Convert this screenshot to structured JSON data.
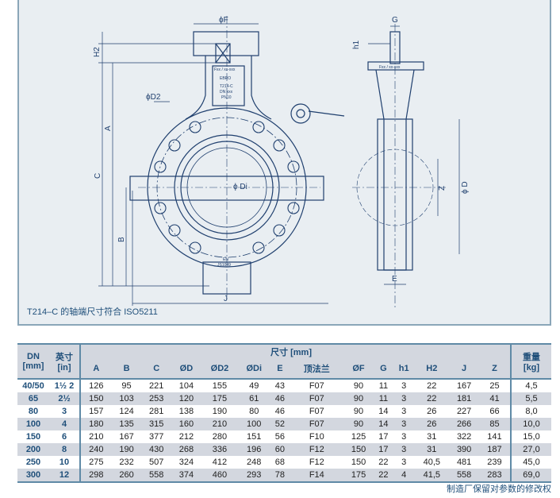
{
  "drawing": {
    "caption": "T214–C 的轴端尺寸符合 ISO5211",
    "labels": {
      "phiF": "ϕF",
      "H2": "H2",
      "A": "A",
      "C": "C",
      "B": "B",
      "phiD2": "ϕD2",
      "phiDi": "ϕ Di",
      "J": "J",
      "G": "G",
      "h1": "h1",
      "Z": "Z",
      "phiD": "ϕ D",
      "E": "E",
      "flange_plate": "Fxx / xx-xxx",
      "brand": "EBRO",
      "model": "T214-C",
      "dn": "DN xxx",
      "pn": "PN10",
      "norm1": "EN",
      "norm2": "JS1049"
    }
  },
  "table": {
    "group_header": "尺寸 [mm]",
    "col_dn": [
      "DN",
      "[mm]"
    ],
    "col_in": [
      "英寸",
      "[in]"
    ],
    "col_weight": [
      "重量",
      "[kg]"
    ],
    "columns": [
      "A",
      "B",
      "C",
      "ØD",
      "ØD2",
      "ØDi",
      "E",
      "顶法兰",
      "ØF",
      "G",
      "h1",
      "H2",
      "J",
      "Z"
    ],
    "rows": [
      {
        "dn": "40/50",
        "in": "1½ 2",
        "v": [
          "126",
          "95",
          "221",
          "104",
          "155",
          "49",
          "43",
          "F07",
          "90",
          "11",
          "3",
          "22",
          "167",
          "25"
        ],
        "kg": "4,5"
      },
      {
        "dn": "65",
        "in": "2½",
        "v": [
          "150",
          "103",
          "253",
          "120",
          "175",
          "61",
          "46",
          "F07",
          "90",
          "11",
          "3",
          "22",
          "181",
          "41"
        ],
        "kg": "5,5"
      },
      {
        "dn": "80",
        "in": "3",
        "v": [
          "157",
          "124",
          "281",
          "138",
          "190",
          "80",
          "46",
          "F07",
          "90",
          "14",
          "3",
          "26",
          "227",
          "66"
        ],
        "kg": "8,0"
      },
      {
        "dn": "100",
        "in": "4",
        "v": [
          "180",
          "135",
          "315",
          "160",
          "210",
          "100",
          "52",
          "F07",
          "90",
          "14",
          "3",
          "26",
          "266",
          "85"
        ],
        "kg": "10,0"
      },
      {
        "dn": "150",
        "in": "6",
        "v": [
          "210",
          "167",
          "377",
          "212",
          "280",
          "151",
          "56",
          "F10",
          "125",
          "17",
          "3",
          "31",
          "322",
          "141"
        ],
        "kg": "15,0"
      },
      {
        "dn": "200",
        "in": "8",
        "v": [
          "240",
          "190",
          "430",
          "268",
          "336",
          "196",
          "60",
          "F12",
          "150",
          "17",
          "3",
          "31",
          "390",
          "187"
        ],
        "kg": "27,0"
      },
      {
        "dn": "250",
        "in": "10",
        "v": [
          "275",
          "232",
          "507",
          "324",
          "412",
          "248",
          "68",
          "F12",
          "150",
          "22",
          "3",
          "40,5",
          "481",
          "239"
        ],
        "kg": "45,0"
      },
      {
        "dn": "300",
        "in": "12",
        "v": [
          "298",
          "260",
          "558",
          "374",
          "460",
          "293",
          "78",
          "F14",
          "175",
          "22",
          "4",
          "41,5",
          "558",
          "283"
        ],
        "kg": "69,0"
      }
    ],
    "footnote": "制造厂保留对参数的修改权"
  }
}
